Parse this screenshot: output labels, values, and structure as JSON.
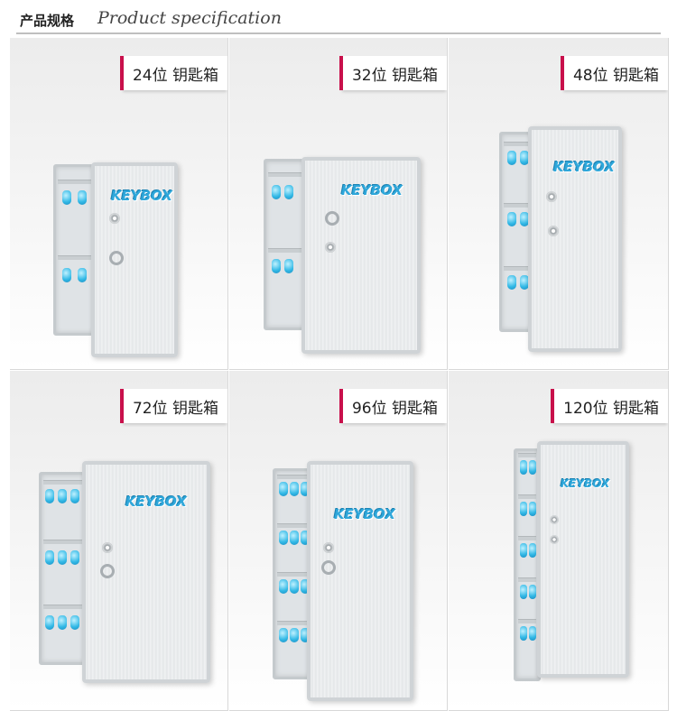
{
  "header": {
    "title_cn": "产品规格",
    "title_en": "Product specification"
  },
  "products": [
    {
      "label": "24位 钥匙箱",
      "logo": "KEYBOX"
    },
    {
      "label": "32位 钥匙箱",
      "logo": "KEYBOX"
    },
    {
      "label": "48位 钥匙箱",
      "logo": "KEYBOX"
    },
    {
      "label": "72位 钥匙箱",
      "logo": "KEYBOX"
    },
    {
      "label": "96位 钥匙箱",
      "logo": "KEYBOX"
    },
    {
      "label": "120位 钥匙箱",
      "logo": "KEYBOX"
    }
  ],
  "colors": {
    "accent": "#c8104b",
    "logo": "#2fa7da",
    "key": "#33b9e6"
  }
}
